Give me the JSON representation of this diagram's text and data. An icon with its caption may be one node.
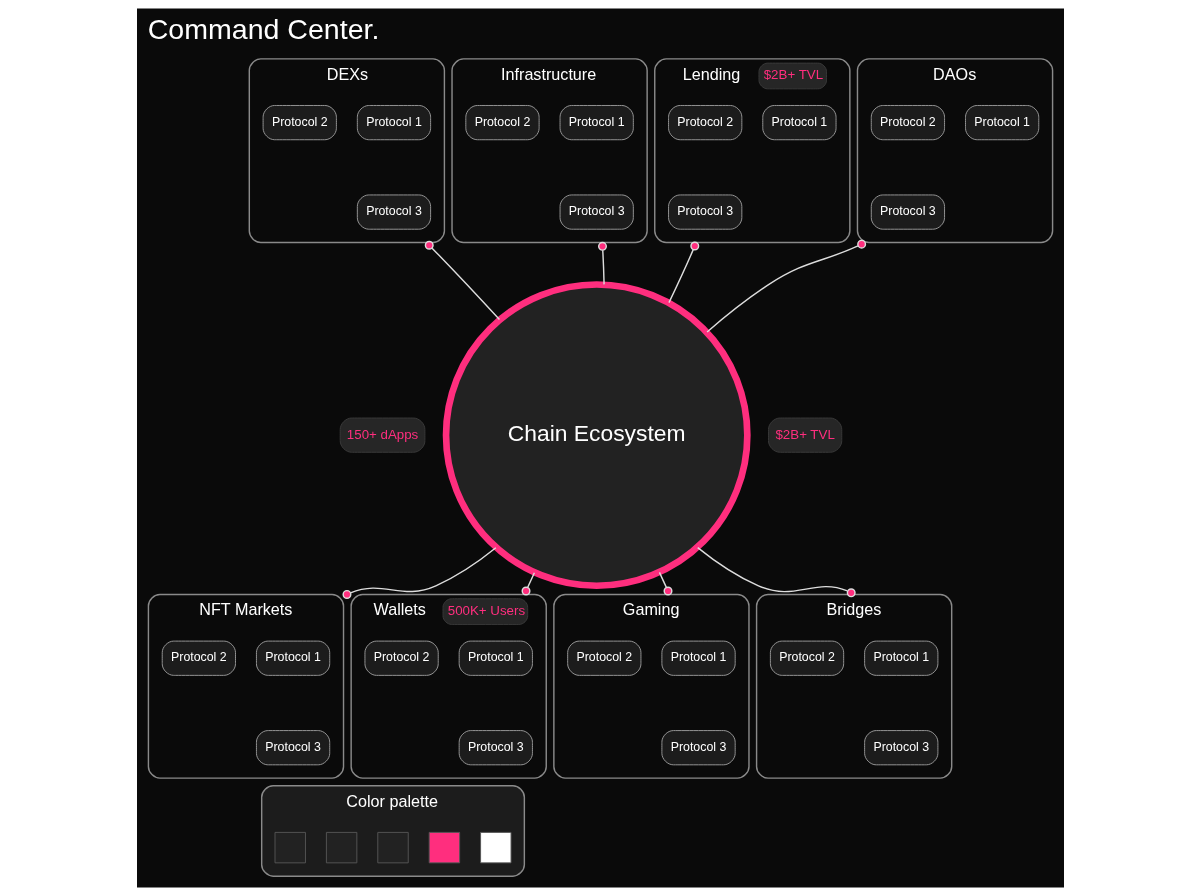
{
  "diagram": {
    "title": "Command Center.",
    "nodes": [
      {
        "text": [
          "DEXs"
        ]
      },
      {
        "text": [
          "Protocol 1"
        ],
        "in": 0
      },
      {
        "text": [
          "Protocol 2"
        ],
        "in": 0
      },
      {
        "text": [
          "Protocol 3"
        ],
        "in": 0
      },
      {
        "text": [
          "Infrastructure"
        ]
      },
      {
        "text": [
          "Protocol 1"
        ],
        "in": 4
      },
      {
        "text": [
          "Protocol 2"
        ],
        "in": 4
      },
      {
        "text": [
          "Protocol 3"
        ],
        "in": 4
      },
      {
        "text": [
          "Lending"
        ],
        "beside": [
          "$2B+ TVL"
        ]
      },
      {
        "text": [
          "Protocol 1"
        ],
        "in": 8
      },
      {
        "text": [
          "Protocol 2"
        ],
        "in": 8
      },
      {
        "text": [
          "Protocol 3"
        ],
        "in": 8
      },
      {
        "text": [
          "DAOs"
        ]
      },
      {
        "text": [
          "Protocol 1"
        ],
        "in": 12
      },
      {
        "text": [
          "Protocol 2"
        ],
        "in": 12
      },
      {
        "text": [
          "Protocol 3"
        ],
        "in": 12
      },
      {
        "text": [
          "NFT Markets"
        ]
      },
      {
        "text": [
          "Protocol 1"
        ],
        "in": 16
      },
      {
        "text": [
          "Protocol 2"
        ],
        "in": 16
      },
      {
        "text": [
          "Protocol 3"
        ],
        "in": 16
      },
      {
        "text": [
          "Chain Ecosystem"
        ],
        "beside": [
          "$2B+ TVL",
          "150+ dApps"
        ]
      },
      {
        "text": [
          "Wallets"
        ],
        "beside": [
          "500K+ Users"
        ]
      },
      {
        "text": [
          "Protocol 1"
        ],
        "in": 21
      },
      {
        "text": [
          "Protocol 2"
        ],
        "in": 21
      },
      {
        "text": [
          "Protocol 3"
        ],
        "in": 21
      },
      {
        "text": [
          "Gaming"
        ]
      },
      {
        "text": [
          "Protocol 1"
        ],
        "in": 25
      },
      {
        "text": [
          "Protocol 2"
        ],
        "in": 25
      },
      {
        "text": [
          "Protocol 3"
        ],
        "in": 25
      },
      {
        "text": [
          "Bridges"
        ]
      },
      {
        "text": [
          "Protocol 1"
        ],
        "in": 29
      },
      {
        "text": [
          "Protocol 2"
        ],
        "in": 29
      },
      {
        "text": [
          "Protocol 3"
        ],
        "in": 29
      },
      {
        "text": [
          "Color palette"
        ]
      },
      {
        "text": [],
        "shape": "box",
        "in": 33
      },
      {
        "text": [],
        "shape": "box",
        "in": 33
      },
      {
        "text": [],
        "shape": "box",
        "in": 33
      },
      {
        "text": [],
        "shape": "box",
        "in": 33
      },
      {
        "text": [],
        "shape": "box",
        "in": 33
      }
    ],
    "edges": [
      {
        "from": 20,
        "to": 0,
        "arrow": "other"
      },
      {
        "from": 20,
        "to": 4,
        "arrow": "other"
      },
      {
        "from": 20,
        "to": 8,
        "arrow": "other"
      },
      {
        "from": 20,
        "to": 12,
        "arrow": "other"
      },
      {
        "from": 20,
        "to": 16,
        "arrow": "other"
      },
      {
        "from": 20,
        "to": 21,
        "arrow": "other"
      },
      {
        "from": 20,
        "to": 25,
        "arrow": "other"
      },
      {
        "from": 20,
        "to": 29,
        "arrow": "other"
      }
    ]
  }
}
